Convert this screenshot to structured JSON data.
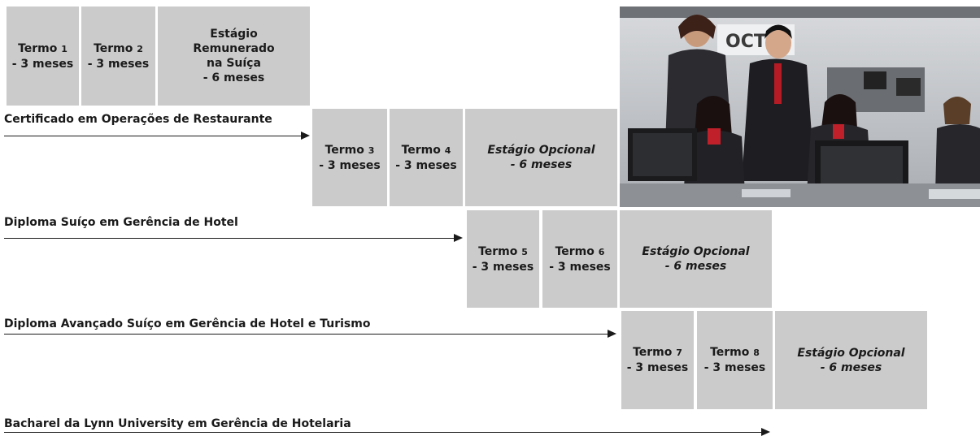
{
  "stages": [
    {
      "label": "Certificado em Operações de Restaurante",
      "boxes": [
        {
          "kind": "term",
          "title": "Termo",
          "num": "1",
          "duration": "- 3 meses"
        },
        {
          "kind": "term",
          "title": "Termo",
          "num": "2",
          "duration": "- 3 meses"
        },
        {
          "kind": "internship",
          "text": "Estágio\nRemunerado\nna Suíça\n- 6 meses"
        }
      ]
    },
    {
      "label": "Diploma Suíço em Gerência de Hotel",
      "boxes": [
        {
          "kind": "term",
          "title": "Termo",
          "num": "3",
          "duration": "- 3 meses"
        },
        {
          "kind": "term",
          "title": "Termo",
          "num": "4",
          "duration": "- 3 meses"
        },
        {
          "kind": "optional",
          "text": "Estágio Opcional\n- 6 meses"
        }
      ]
    },
    {
      "label": "Diploma Avançado Suíço em Gerência de Hotel e Turismo",
      "boxes": [
        {
          "kind": "term",
          "title": "Termo",
          "num": "5",
          "duration": "- 3 meses"
        },
        {
          "kind": "term",
          "title": "Termo",
          "num": "6",
          "duration": "- 3 meses"
        },
        {
          "kind": "optional",
          "text": "Estágio Opcional\n- 6 meses"
        }
      ]
    },
    {
      "label": "Bacharel da Lynn University em Gerência de Hotelaria",
      "boxes": [
        {
          "kind": "term",
          "title": "Termo",
          "num": "7",
          "duration": "- 3 meses"
        },
        {
          "kind": "term",
          "title": "Termo",
          "num": "8",
          "duration": "- 3 meses"
        },
        {
          "kind": "optional",
          "text": "Estágio Opcional\n- 6 meses"
        }
      ]
    }
  ],
  "photo": {
    "sign_text": "OCT"
  },
  "colors": {
    "box_fill": "#cbcbcb",
    "text": "#1a1a1a",
    "arrow": "#1a1a1a"
  }
}
